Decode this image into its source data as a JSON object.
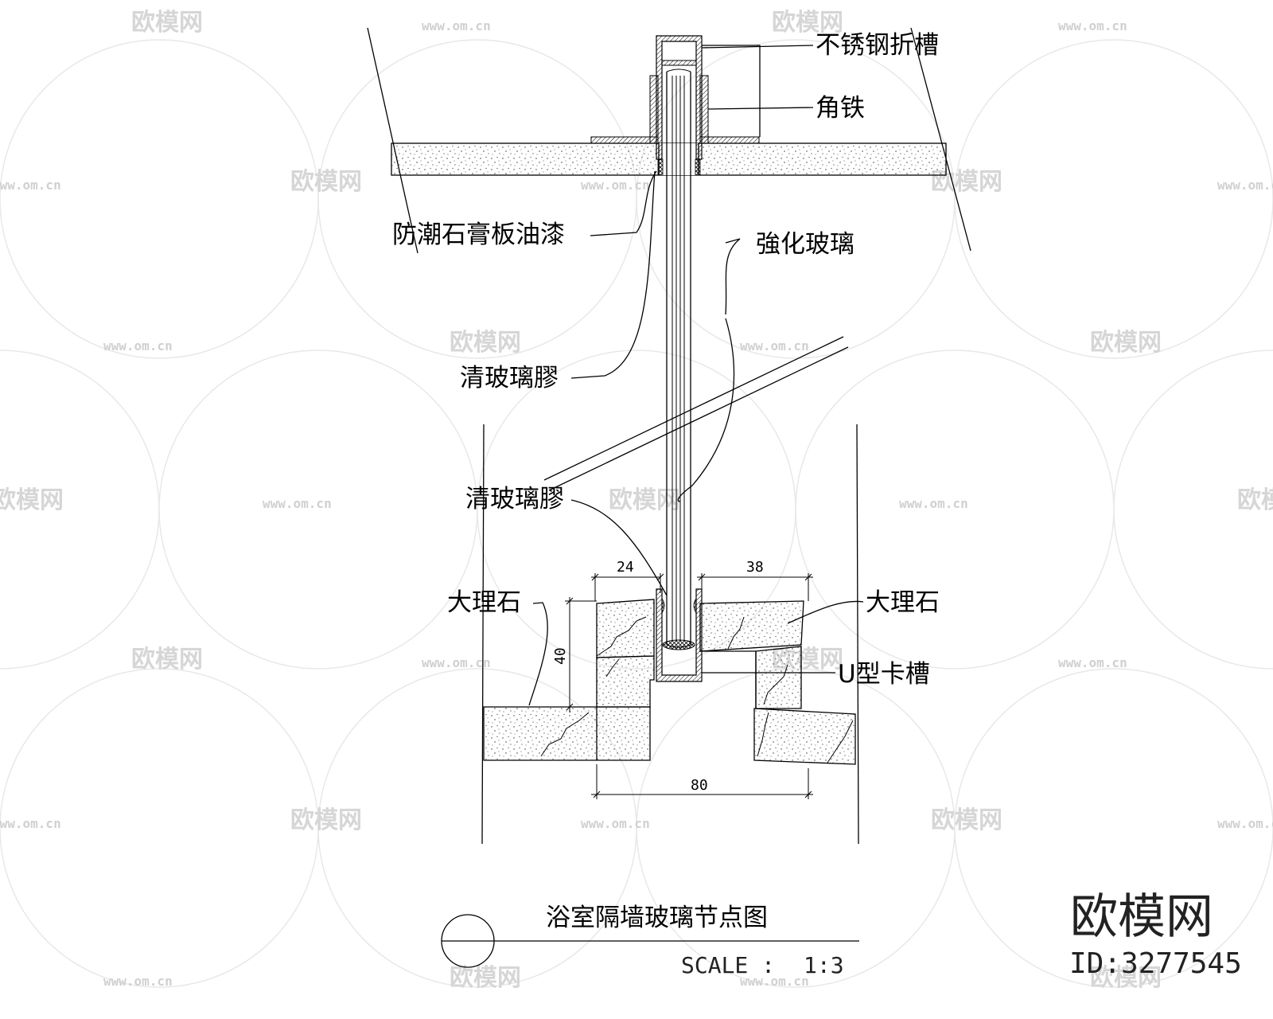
{
  "title": "浴室隔墙玻璃节点图",
  "scale": {
    "label": "SCALE :",
    "value": "1:3"
  },
  "labels": {
    "stainless_channel": "不锈钢折槽",
    "angle_iron": "角铁",
    "gypsum_board": "防潮石膏板油漆",
    "tempered_glass": "強化玻璃",
    "clear_sealant_1": "清玻璃膠",
    "clear_sealant_2": "清玻璃膠",
    "marble_left": "大理石",
    "marble_right": "大理石",
    "u_channel": "U型卡槽"
  },
  "dimensions": {
    "left_top": "24",
    "right_top": "38",
    "height": "40",
    "bottom": "80"
  },
  "watermark": {
    "brand": "欧模网",
    "url": "www.om.cn",
    "url_short": "om.cn",
    "id": "ID:3277545"
  }
}
